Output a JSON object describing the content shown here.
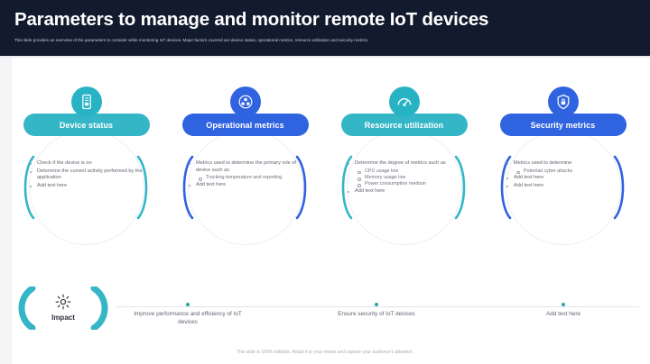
{
  "header": {
    "title": "Parameters to manage and monitor remote IoT devices",
    "subtitle": "This slide provides an overview of the parameters to consider while monitoring IoT devices. Major factors covered are device status, operational metrics, resource utilization and security metrics."
  },
  "colors": {
    "header_bg": "#121a2e",
    "teal": "#35b6c6",
    "blue": "#2f63e0",
    "timeline_dot": "#2aa8a0",
    "body_text": "#5e6470"
  },
  "columns": [
    {
      "id": "device-status",
      "label": "Device status",
      "accent": "teal",
      "icon": "device-tablet-icon",
      "bullets": [
        {
          "level": 1,
          "text": "Check if the device is on"
        },
        {
          "level": 1,
          "text": "Determine the current activity performed by the application"
        },
        {
          "level": 1,
          "text": "Add text here"
        }
      ]
    },
    {
      "id": "operational-metrics",
      "label": "Operational metrics",
      "accent": "blue",
      "icon": "network-settings-icon",
      "bullets": [
        {
          "level": 1,
          "text": "Metrics used to determine the primary role of device such as"
        },
        {
          "level": 2,
          "text": "Tracking temperature and reporting"
        },
        {
          "level": 1,
          "text": "Add text here"
        }
      ]
    },
    {
      "id": "resource-utilization",
      "label": "Resource utilization",
      "accent": "teal",
      "icon": "gauge-icon",
      "bullets": [
        {
          "level": 1,
          "text": "Determine the degree of metrics such as"
        },
        {
          "level": 2,
          "text": "CPU usage low"
        },
        {
          "level": 2,
          "text": "Memory usage low"
        },
        {
          "level": 2,
          "text": "Power consumption medium"
        },
        {
          "level": 1,
          "text": "Add text here"
        }
      ]
    },
    {
      "id": "security-metrics",
      "label": "Security metrics",
      "accent": "blue",
      "icon": "shield-lock-icon",
      "bullets": [
        {
          "level": 1,
          "text": "Metrics used to determine"
        },
        {
          "level": 2,
          "text": "Potential cyber attacks"
        },
        {
          "level": 1,
          "text": "Add text here"
        },
        {
          "level": 1,
          "text": "Add text here"
        }
      ]
    }
  ],
  "impact": {
    "label": "Impact",
    "icon": "sunburst-icon",
    "outcomes": [
      {
        "text": "Improve performance and efficiency of IoT devices"
      },
      {
        "text": "Ensure security of IoT devices"
      },
      {
        "text": "Add text here"
      }
    ]
  },
  "footer": {
    "note": "This slide is 100% editable. Adapt it to your needs and capture your audience's attention."
  }
}
